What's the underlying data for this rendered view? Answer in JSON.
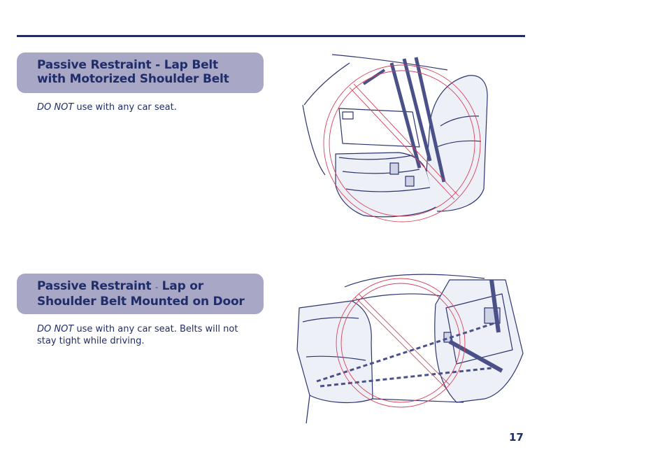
{
  "section1": {
    "title_line1": "Passive Restraint - Lap Belt",
    "title_line2": "with Motorized Shoulder Belt",
    "warning_emphasis": "DO NOT",
    "warning_text": " use with any car seat."
  },
  "section2": {
    "title_part1": "Passive Restraint ",
    "title_dash": "-",
    "title_part2": " Lap or",
    "title_line2": "Shoulder Belt Mounted on Door",
    "warning_emphasis": "DO NOT",
    "warning_text": " use with any car seat.  Belts will not stay tight while driving."
  },
  "page": {
    "number": "17"
  },
  "colors": {
    "header_bg": "#a8a7c6",
    "title_text": "#1f2d6a",
    "rule": "#1f2d5c",
    "prohibition": "#d9405a"
  }
}
